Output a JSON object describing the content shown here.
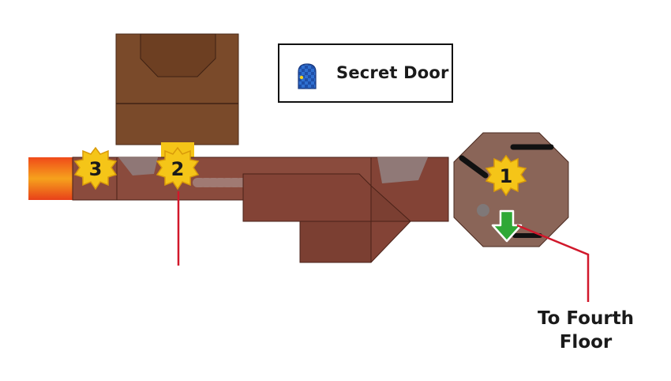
{
  "legend": {
    "label": "Secret Door",
    "icon": "secret-door-icon"
  },
  "markers": [
    {
      "label": "1"
    },
    {
      "label": "2"
    },
    {
      "label": "3"
    }
  ],
  "destination": {
    "line1": "To Fourth",
    "line2": "Floor",
    "icon": "down-arrow-icon"
  },
  "colors": {
    "room_fill": "#8a4b3d",
    "room_dark": "#7b3f32",
    "upper_room": "#7a4a2a",
    "octagon_room": "#8a6558",
    "marker_fill": "#f5c518",
    "arrow_green": "#2fa836",
    "pointer_red": "#d1182b",
    "lava_orange": "#f05a1a",
    "door_blue": "#2f6fd0"
  }
}
